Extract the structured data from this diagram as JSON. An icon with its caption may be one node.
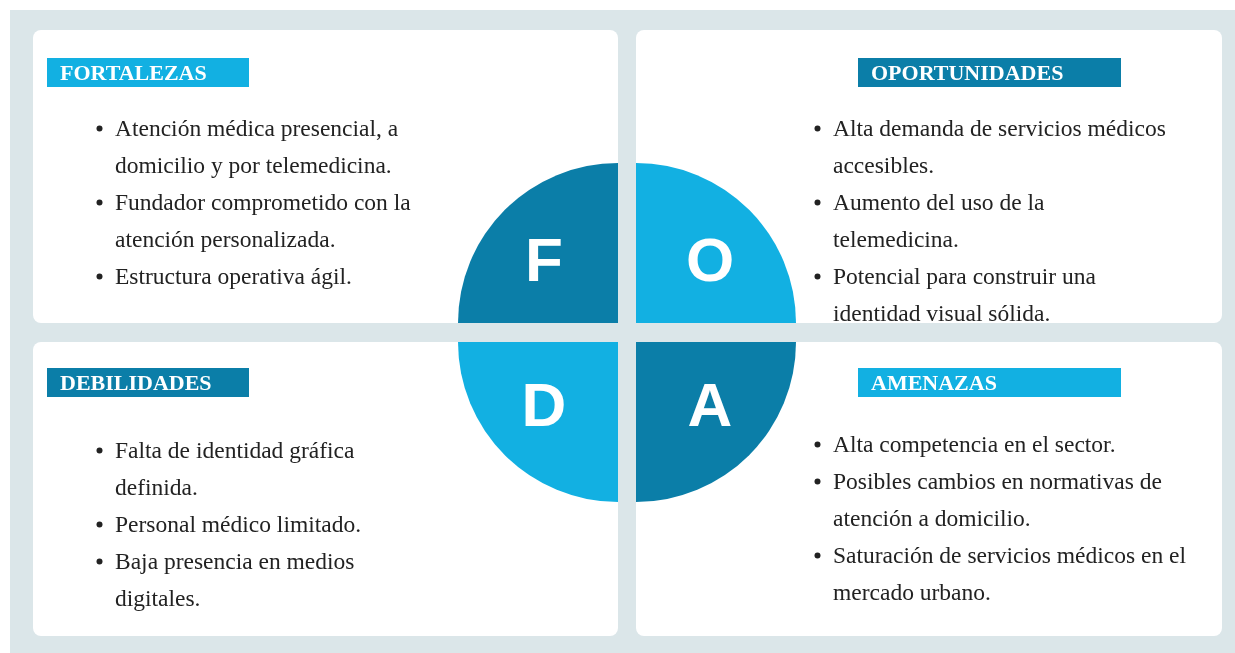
{
  "diagram": {
    "nodes": [
      {
        "text": [
          "FORTALEZAS",
          "Atención médica presencial, a domicilio y por telemedicina.",
          "Fundador comprometido con la atención personalizada.",
          "Estructura operativa ágil."
        ]
      },
      {
        "text": [
          "OPORTUNIDADES",
          "Alta demanda de servicios médicos accesibles.",
          "Aumento del uso de la telemedicina.",
          "Potencial para construir una identidad visual sólida."
        ]
      },
      {
        "text": [
          "DEBILIDADES",
          "Falta de identidad gráfica definida.",
          "Personal médico limitado.",
          "Baja presencia en medios digitales."
        ]
      },
      {
        "text": [
          "AMENAZAS",
          "Alta competencia en el sector.",
          "Posibles cambios en normativas de atención a domicilio.",
          "Saturación de servicios médicos en el mercado urbano."
        ]
      },
      {
        "text": [
          "F"
        ],
        "in": 0
      },
      {
        "text": [
          "O"
        ],
        "in": 1
      },
      {
        "text": [
          "D"
        ],
        "in": 2
      },
      {
        "text": [
          "A"
        ],
        "in": 3
      }
    ]
  }
}
